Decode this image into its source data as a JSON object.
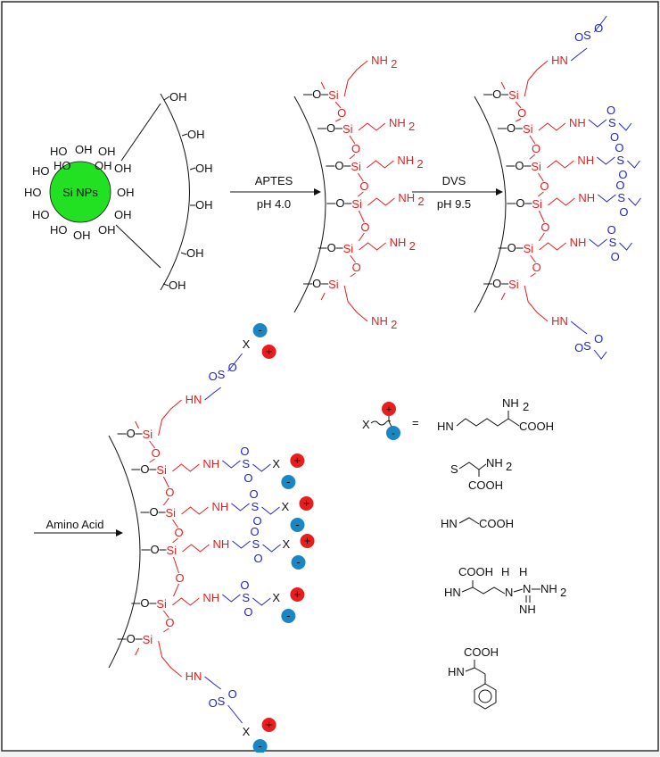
{
  "step1": {
    "reagent": "APTES",
    "condition": "pH 4.0"
  },
  "step2": {
    "reagent": "DVS",
    "condition": "pH 9.5"
  },
  "step3": {
    "reagent": "Amino Acid"
  },
  "core": {
    "label": "Si NPs",
    "color": "#22e022",
    "group": "HO",
    "group_alt": "OH"
  },
  "colors": {
    "silane": "#e81e1e",
    "linker": "#2323d6",
    "plus": "#e81e1e",
    "minus": "#1b86c4"
  },
  "labels": {
    "oh": "OH",
    "o": "O",
    "si": "Si",
    "nh2": "NH",
    "nh2_sub": "2",
    "hn": "HN",
    "nh": "NH",
    "s": "S",
    "x": "X",
    "plus": "+",
    "minus": "-",
    "equals": "="
  },
  "legend_text": {
    "lys_hn": "HN",
    "lys_nh2": "NH",
    "lys_nh2_sub": "2",
    "lys_cooh": "COOH",
    "cys_s": "S",
    "cys_nh2": "NH",
    "cys_nh2_sub": "2",
    "cys_cooh": "COOH",
    "gly_hn": "HN",
    "gly_cooh": "COOH",
    "arg_cooh": "COOH",
    "arg_h1": "H",
    "arg_h2": "H",
    "arg_hn": "HN",
    "arg_n": "N",
    "arg_nh2": "NH",
    "arg_nh2_sub": "2",
    "arg_nh": "NH",
    "phe_cooh": "COOH",
    "phe_hn": "HN"
  }
}
